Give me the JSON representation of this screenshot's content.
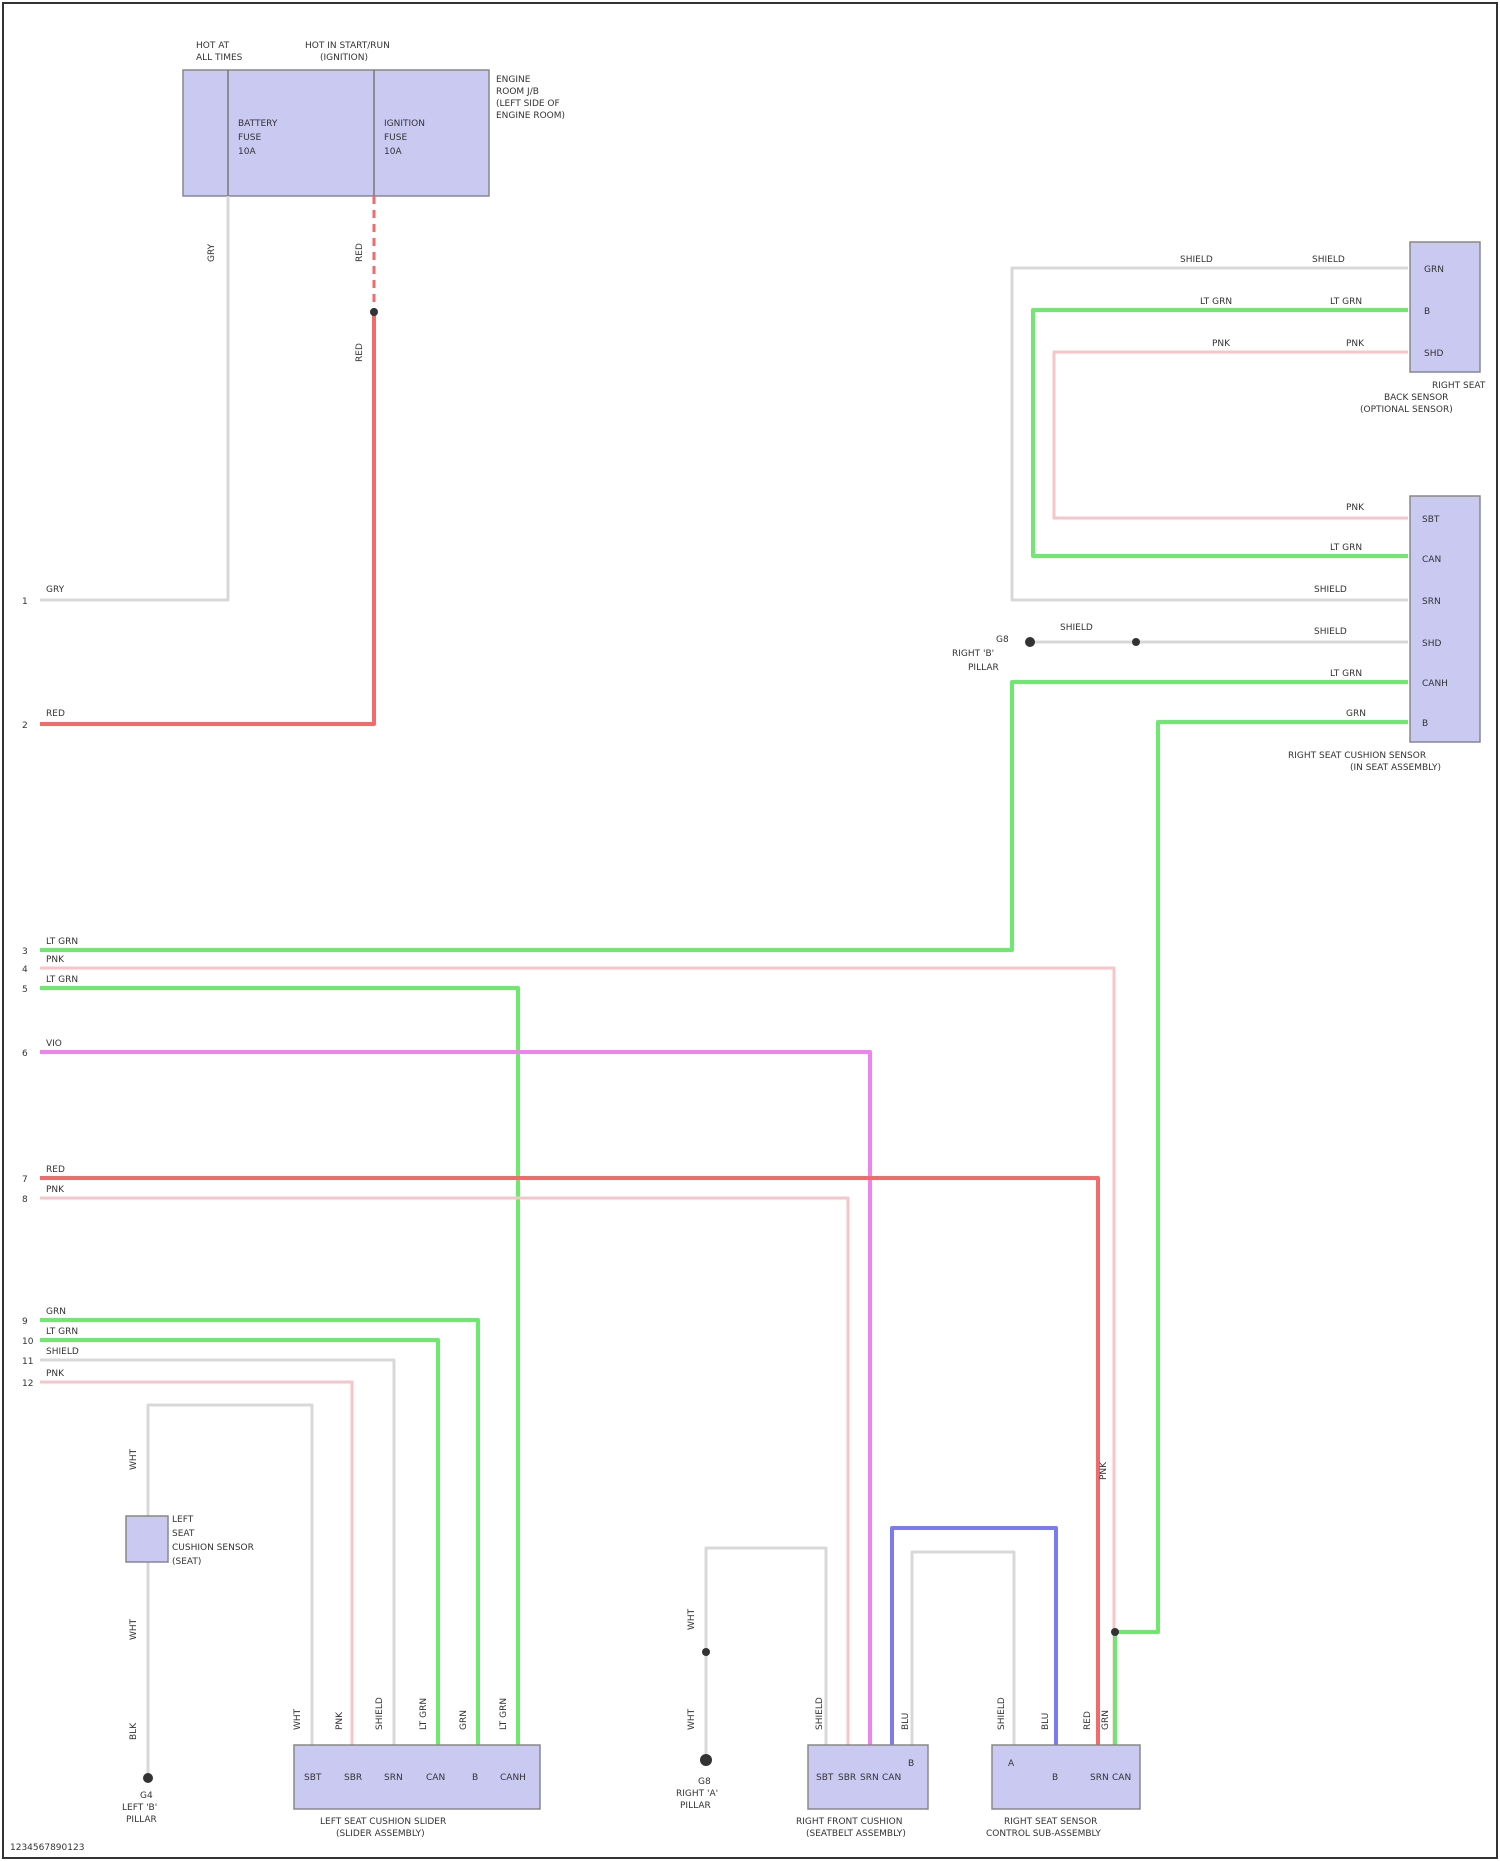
{
  "top_component": {
    "header_left": [
      "HOT AT",
      "ALL TIMES"
    ],
    "header_right": [
      "HOT IN START/RUN",
      "(IGNITION)"
    ],
    "fuse_a": [
      "BATTERY",
      "FUSE",
      "10A"
    ],
    "fuse_b": [
      "IGNITION",
      "FUSE",
      "10A"
    ],
    "name": [
      "ENGINE",
      "ROOM J/B",
      "(LEFT SIDE OF",
      "ENGINE ROOM)"
    ]
  },
  "wire_colors": {
    "green": "#6ee86e",
    "red": "#f26a6a",
    "pink": "#f7c4c8",
    "magenta": "#ee82ee",
    "white": "#d8d8d8",
    "blue": "#7b7bf0",
    "box_fill": "#c9c9f2"
  },
  "labels": {
    "gry": "GRY",
    "red": "RED",
    "pnk": "PNK",
    "shield": "SHIELD",
    "lt_grn": "LT GRN",
    "grn": "GRN",
    "vio": "VIO",
    "wht": "WHT",
    "blu": "BLU",
    "blk": "BLK"
  },
  "right_sensor_top": {
    "pins": [
      "GRN",
      "B",
      "SHD"
    ],
    "name": [
      "RIGHT SEAT",
      "BACK SENSOR",
      "(OPTIONAL SENSOR)"
    ]
  },
  "right_module": {
    "pins": [
      "SBT",
      "CAN",
      "SRN",
      "SHD",
      "CANH",
      "B"
    ],
    "name": [
      "RIGHT SEAT CUSHION SENSOR",
      "(IN SEAT ASSEMBLY)"
    ]
  },
  "ground_right": [
    "G8",
    "RIGHT 'B'",
    "PILLAR"
  ],
  "left_connector_pins": [
    "1",
    "2",
    "3",
    "4",
    "5",
    "6",
    "7",
    "8",
    "9",
    "10",
    "11",
    "12"
  ],
  "left_switch": [
    "LEFT",
    "SEAT",
    "CUSHION SENSOR",
    "(SEAT)"
  ],
  "ground_left": [
    "G4",
    "LEFT 'B'",
    "PILLAR"
  ],
  "ground_mid": [
    "G8",
    "RIGHT 'A'",
    "PILLAR"
  ],
  "bottom_left": {
    "pins": [
      "SBT",
      "SBR",
      "SRN",
      "CAN",
      "B",
      "CANH"
    ],
    "name": [
      "LEFT SEAT CUSHION SLIDER",
      "(SLIDER ASSEMBLY)"
    ]
  },
  "bottom_mid": {
    "pins": [
      "SBT",
      "SBR",
      "SRN",
      "CAN",
      "B"
    ],
    "name": [
      "RIGHT FRONT CUSHION",
      "(SEATBELT ASSEMBLY)"
    ]
  },
  "bottom_right": {
    "pins": [
      "A",
      "B",
      "SRN",
      "CAN"
    ],
    "name": [
      "RIGHT SEAT SENSOR",
      "CONTROL SUB-ASSEMBLY"
    ]
  },
  "footer": "1234567890123"
}
